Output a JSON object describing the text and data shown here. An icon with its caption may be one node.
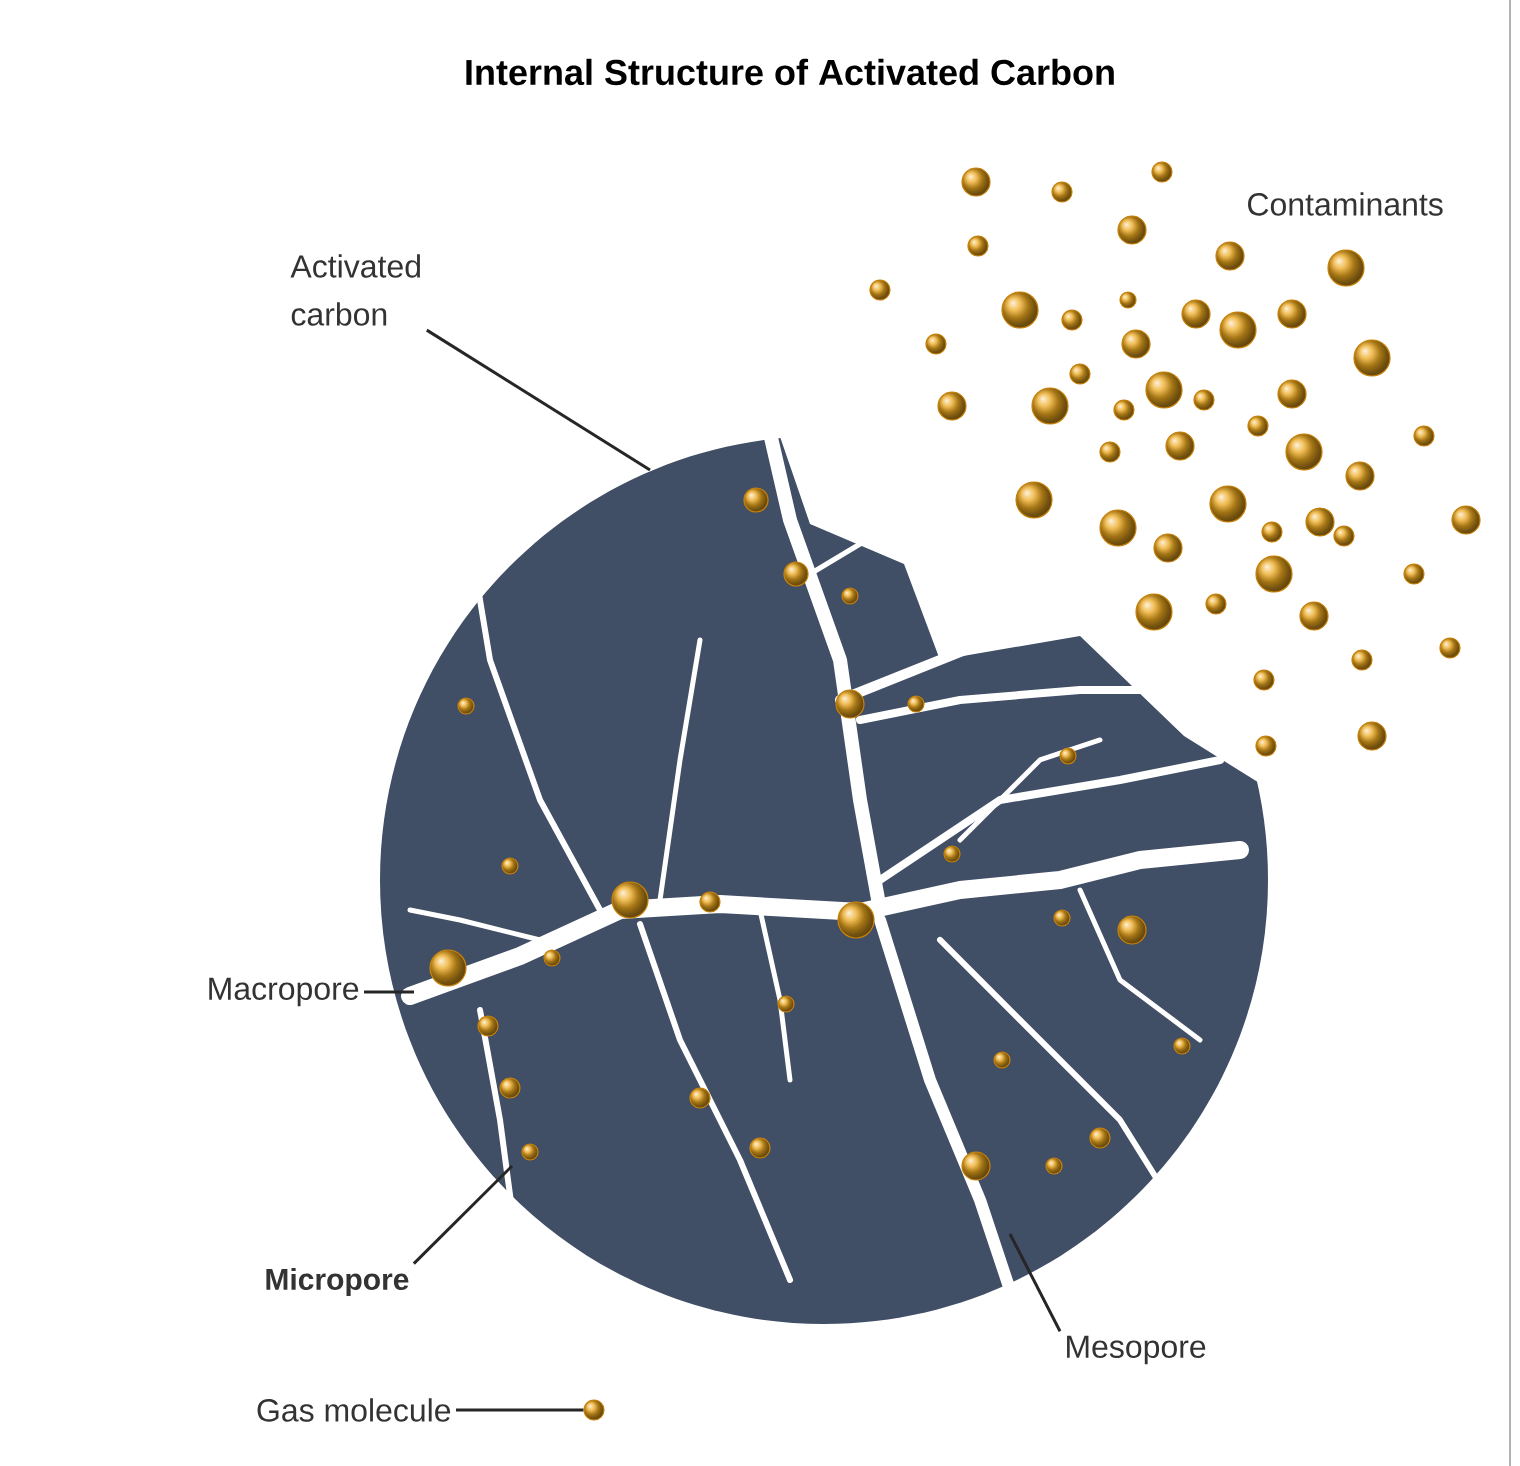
{
  "diagram": {
    "title": "Internal Structure of Activated Carbon",
    "nodes": [
      {
        "text": [
          "Activated carbon"
        ]
      },
      {
        "text": [],
        "shape": "circle"
      },
      {
        "text": [
          "Macropore"
        ]
      },
      {
        "text": [
          "Micropore"
        ]
      },
      {
        "text": [
          "Mesopore"
        ]
      },
      {
        "text": [
          "Gas molecule"
        ]
      },
      {
        "text": [],
        "shape": "circle"
      }
    ],
    "edges": [
      {
        "from": 0,
        "to": 1,
        "arrow": "none"
      },
      {
        "from": 2,
        "to": 1,
        "arrow": "none"
      },
      {
        "from": 3,
        "to": 1,
        "arrow": "none"
      },
      {
        "from": 4,
        "to": 1,
        "arrow": "none"
      },
      {
        "from": 5,
        "to": 6,
        "arrow": "none"
      }
    ],
    "labels": [
      "Contaminants"
    ]
  }
}
